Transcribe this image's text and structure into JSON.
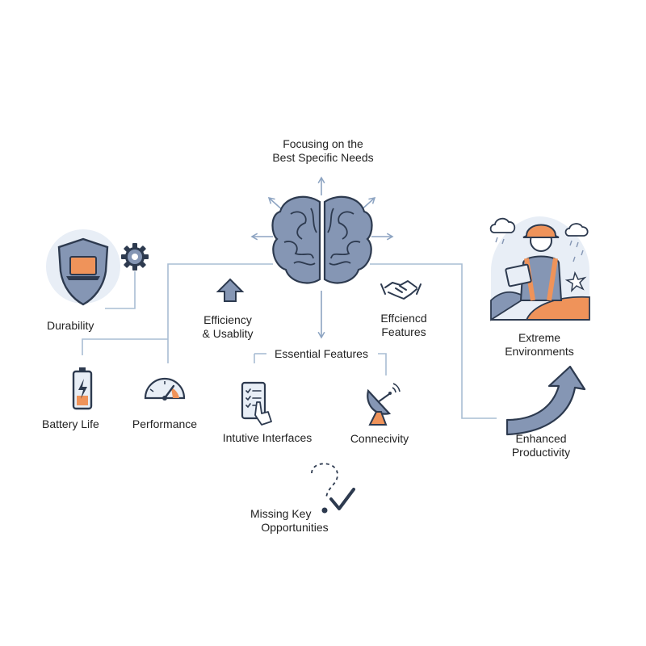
{
  "header": {
    "line1": "Focusing on the",
    "line2": "Best Specific Needs"
  },
  "nodes": {
    "durability": "Durability",
    "efficiency_usability": {
      "line1": "Efficiency",
      "line2": "& Usablity"
    },
    "efficiency_features": {
      "line1": "Effciencd",
      "line2": "Features"
    },
    "essential_features": "Essential Features",
    "battery_life": "Battery Life",
    "performance": "Performance",
    "intuitive_interfaces": "Intutive Interfaces",
    "connectivity": "Connecivity",
    "extreme_environments": {
      "line1": "Extreme",
      "line2": "Environments"
    },
    "enhanced_productivity": {
      "line1": "Enhanced",
      "line2": "Productivity"
    },
    "missing_opportunities": {
      "line1": "Missing Key",
      "line2": "Opportunities"
    }
  },
  "icons": [
    "brain-icon",
    "shield-laptop-icon",
    "gear-icon",
    "up-arrow-icon",
    "handshake-icon",
    "battery-icon",
    "gauge-icon",
    "checklist-phone-icon",
    "satellite-dish-icon",
    "worker-scene-icon",
    "growth-arrow-icon",
    "question-check-icon"
  ],
  "colors": {
    "line": "#a9bdd4",
    "navy": "#2d3a4f",
    "slate": "#8596b4",
    "orange": "#ef935a",
    "bg_circle": "#e8eef6"
  }
}
